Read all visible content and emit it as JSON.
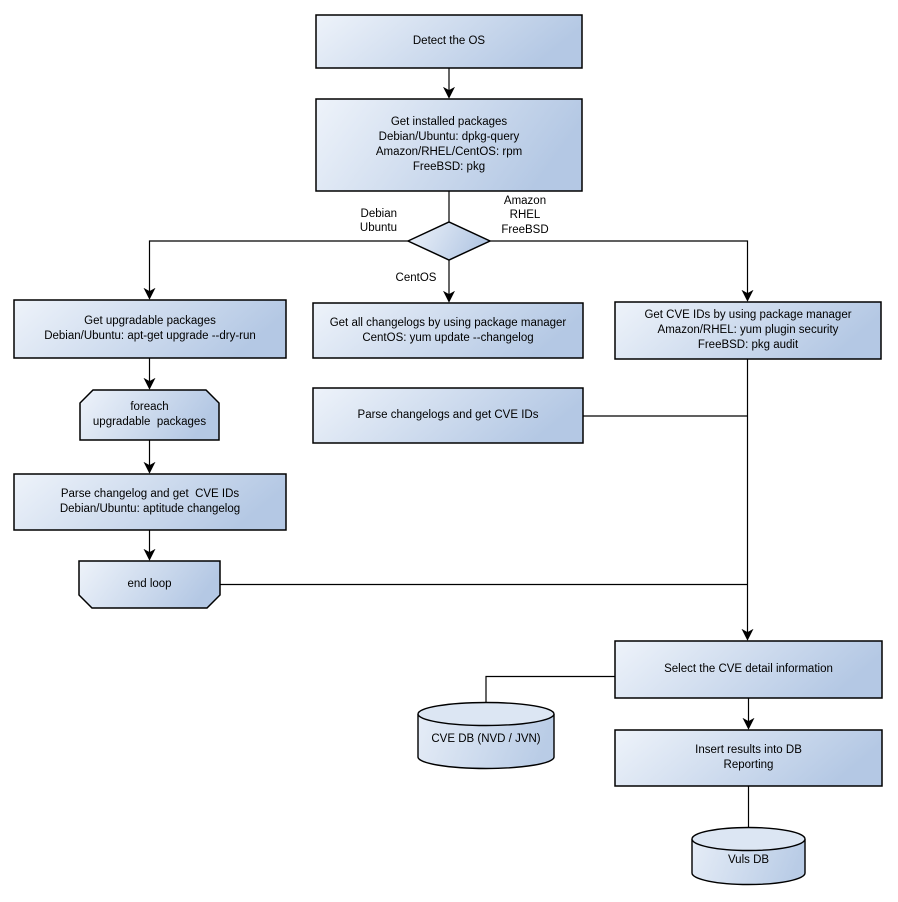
{
  "diagram": {
    "nodes": {
      "detect_os": {
        "label": "Detect the OS"
      },
      "get_installed": {
        "label": "Get installed packages\nDebian/Ubuntu: dpkg-query\nAmazon/RHEL/CentOS: rpm\nFreeBSD: pkg"
      },
      "get_upgradable": {
        "label": "Get upgradable packages\nDebian/Ubuntu: apt-get upgrade --dry-run"
      },
      "foreach": {
        "label": "foreach\nupgradable  packages"
      },
      "parse_changelog": {
        "label": "Parse changelog and get  CVE IDs\nDebian/Ubuntu: aptitude changelog"
      },
      "end_loop": {
        "label": "end loop"
      },
      "get_all_changelogs": {
        "label": "Get all changelogs by using package manager\nCentOS: yum update --changelog"
      },
      "parse_changelogs": {
        "label": "Parse changelogs and get CVE IDs"
      },
      "get_cve_ids": {
        "label": "Get CVE IDs by using package manager\nAmazon/RHEL: yum plugin security\nFreeBSD: pkg audit"
      },
      "select_cve": {
        "label": "Select the CVE detail information"
      },
      "cve_db": {
        "label": "CVE DB (NVD / JVN)"
      },
      "insert_results": {
        "label": "Insert results into DB\nReporting"
      },
      "vuls_db": {
        "label": "Vuls DB"
      }
    },
    "branch_labels": {
      "left": "Debian\nUbuntu",
      "right": "Amazon\nRHEL\nFreeBSD",
      "down": "CentOS"
    },
    "colors": {
      "node_fill_light": "#eef3fa",
      "node_fill_dark": "#b4c8e4",
      "cylinder_top": "#dce6f3",
      "border": "#000000",
      "connector": "#000000",
      "background": "#ffffff"
    }
  }
}
